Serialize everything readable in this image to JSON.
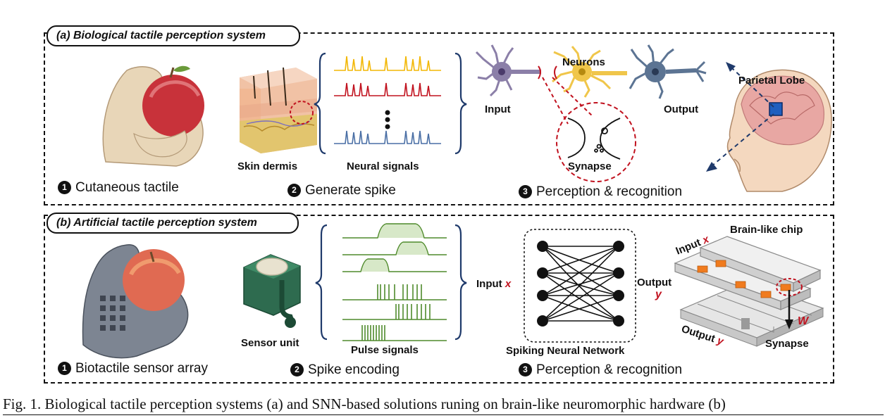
{
  "panel_a": {
    "title": "(a) Biological tactile perception system",
    "step1": "Cutaneous tactile",
    "step2": "Generate spike",
    "step3": "Perception & recognition",
    "skin_label": "Skin dermis",
    "signals_label": "Neural signals",
    "input_label": "Input",
    "neurons_label": "Neurons",
    "output_label": "Output",
    "synapse_label": "Synapse",
    "parietal_label": "Parietal Lobe"
  },
  "panel_b": {
    "title": "(b) Artificial tactile perception system",
    "step1": "Biotactile sensor array",
    "step2": "Spike encoding",
    "step3": "Perception & recognition",
    "sensor_label": "Sensor unit",
    "pulse_label": "Pulse signals",
    "input_label": "Input",
    "input_var": "x",
    "snn_label": "Spiking Neural Network",
    "output_label": "Output",
    "output_var": "y",
    "chip_label": "Brain-like chip",
    "chip_input_label": "Input",
    "chip_input_var": "x",
    "chip_output_label": "Output",
    "chip_output_var": "y",
    "weight_var": "W",
    "synapse_label": "Synapse"
  },
  "step_numbers": [
    "1",
    "2",
    "3"
  ],
  "caption": "Fig. 1.  Biological tactile perception systems (a) and SNN-based solutions runing on brain-like neuromorphic hardware (b)",
  "colors": {
    "neural_yellow": "#f2b705",
    "neural_red": "#c1121f",
    "neural_blue": "#4a6fa5",
    "pulse_green": "#4f8a2b",
    "accent_red": "#c1121f",
    "dark_blue": "#1f3a6b"
  }
}
